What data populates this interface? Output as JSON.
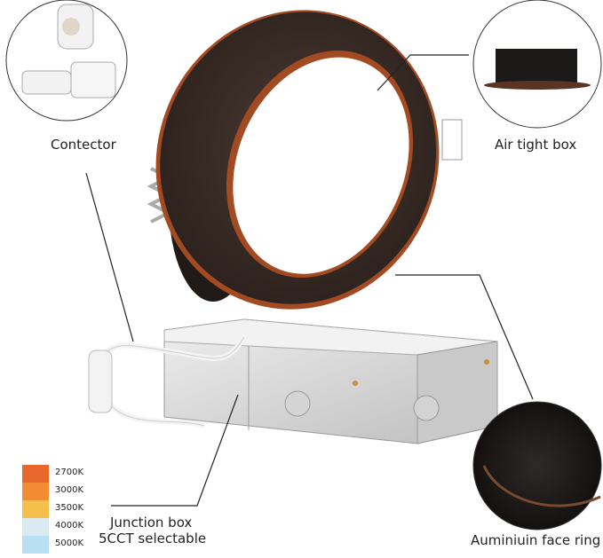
{
  "callouts": {
    "connector": "Contector",
    "air_tight": "Air tight box",
    "face_ring": "Auminiuin face ring",
    "junction_line1": "Junction box",
    "junction_line2": "5CCT selectable"
  },
  "cct_legend": [
    {
      "label": "2700K",
      "color": "#e8672c"
    },
    {
      "label": "3000K",
      "color": "#f38b35"
    },
    {
      "label": "3500K",
      "color": "#f4c04b"
    },
    {
      "label": "4000K",
      "color": "#dbe9f0"
    },
    {
      "label": "5000K",
      "color": "#b9dff2"
    }
  ],
  "colors": {
    "trim": "#3b2c27",
    "copper_edge": "#a24a22",
    "box": "#d9d9d9"
  }
}
